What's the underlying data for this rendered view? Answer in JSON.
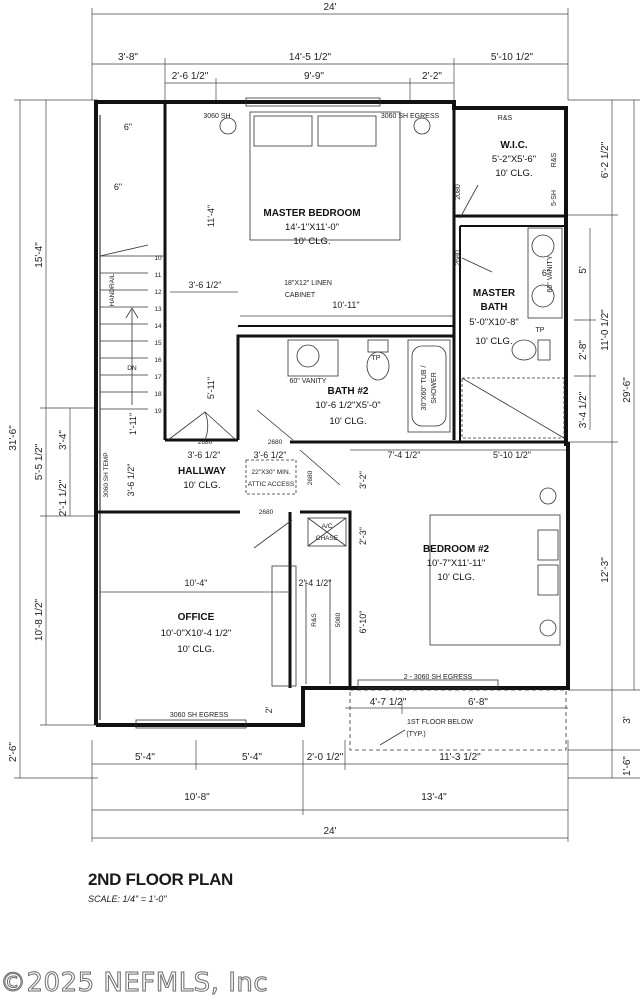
{
  "overall": {
    "top_width": "24'",
    "bottom_width": "24'",
    "height": "31'-6\"",
    "right_height": "29'-6\""
  },
  "top_dims": {
    "a": "3'-8\"",
    "b": "14'-5 1/2\"",
    "c": "5'-10 1/2\"",
    "d": "2'-6 1/2\"",
    "e": "9'-9\"",
    "f": "2'-2\""
  },
  "left_dims": {
    "upper": "15'-4\"",
    "mid": "5'-5 1/2\"",
    "lower": "10'-8 1/2\"",
    "bottom": "2'-6\"",
    "a": "3'-4\"",
    "b": "2'-1 1/2\""
  },
  "right_dims": {
    "a": "6'-2 1/2\"",
    "b": "11'-0 1/2\"",
    "c": "12'-3\"",
    "d": "3'",
    "e": "1'-6\"",
    "f": "5'",
    "g": "2'-8\"",
    "h": "3'-4 1/2\""
  },
  "bottom_dims": {
    "a": "5'-4\"",
    "b": "5'-4\"",
    "c": "2'-0 1/2\"",
    "d": "11'-3 1/2\"",
    "e": "10'-8\"",
    "f": "13'-4\"",
    "g": "4'-7 1/2\"",
    "h": "6'-8\""
  },
  "rooms": {
    "master_bedroom": {
      "name": "MASTER BEDROOM",
      "size": "14'-1\"X11'-0\"",
      "ceiling": "10' CLG."
    },
    "wic": {
      "name": "W.I.C.",
      "size": "5'-2\"X5'-6\"",
      "ceiling": "10' CLG."
    },
    "master_bath": {
      "name": "MASTER",
      "name2": "BATH",
      "size": "5'-0\"X10'-8\"",
      "ceiling": "10' CLG."
    },
    "bath2": {
      "name": "BATH #2",
      "size": "10'-6 1/2\"X5'-0\"",
      "ceiling": "10' CLG."
    },
    "hallway": {
      "name": "HALLWAY",
      "ceiling": "10' CLG."
    },
    "bedroom2": {
      "name": "BEDROOM #2",
      "size": "10'-7\"X11'-11\"",
      "ceiling": "10' CLG."
    },
    "office": {
      "name": "OFFICE",
      "size": "10'-0\"X10'-4 1/2\"",
      "ceiling": "10' CLG."
    }
  },
  "labels": {
    "win1": "3060 SH",
    "win2": "3060 SH EGRESS",
    "rs": "R&S",
    "sh": "5-SH",
    "d2080": "2080",
    "d2680": "2680",
    "linen1": "18\"X12\" LINEN",
    "linen2": "CABINET",
    "vanity60": "60\" VANITY",
    "vanity_mb": "60\" VANITY",
    "tp": "TP",
    "tub1": "30\"X60\" TUB /",
    "tub2": "SHOWER",
    "attic1": "22\"X30\" MIN.",
    "attic2": "ATTIC ACCESS",
    "ac1": "A/C",
    "ac2": "CHASE",
    "sh_temp": "3060 SH TEMP",
    "r_s": "R&S",
    "d5080": "5080",
    "egress2": "2 - 3060 SH EGRESS",
    "office_egress": "3060 SH EGRESS",
    "handrail": "HANDRAIL",
    "dn": "DN",
    "first_floor1": "1ST FLOOR BELOW",
    "first_floor2": "(TYP.)",
    "d6a": "6\"",
    "d6b": "6\"",
    "d6c": "6\"",
    "d11_4": "11'-4\"",
    "d10_11": "10'-11\"",
    "d3_6a": "3'-6 1/2\"",
    "d3_6b": "3'-6 1/2\"",
    "d3_6c": "3'-6 1/2\"",
    "d3_6d": "3'-6 1/2\"",
    "d5_11": "5'-11\"",
    "d1_11": "1'-11\"",
    "d7_4": "7'-4 1/2\"",
    "d5_10": "5'-10 1/2\"",
    "d3_2": "3'-2\"",
    "d2_3": "2'-3\"",
    "d6_10": "6'-10\"",
    "d10_4": "10'-4\"",
    "d2_4": "2'-4 1/2\"",
    "d2": "2'"
  },
  "stairs": [
    "10",
    "11",
    "12",
    "13",
    "14",
    "15",
    "16",
    "17",
    "18",
    "19"
  ],
  "title": {
    "name": "2ND FLOOR PLAN",
    "scale": "SCALE: 1/4\" = 1'-0\""
  },
  "copyright": "©2025 NEFMLS, Inc"
}
